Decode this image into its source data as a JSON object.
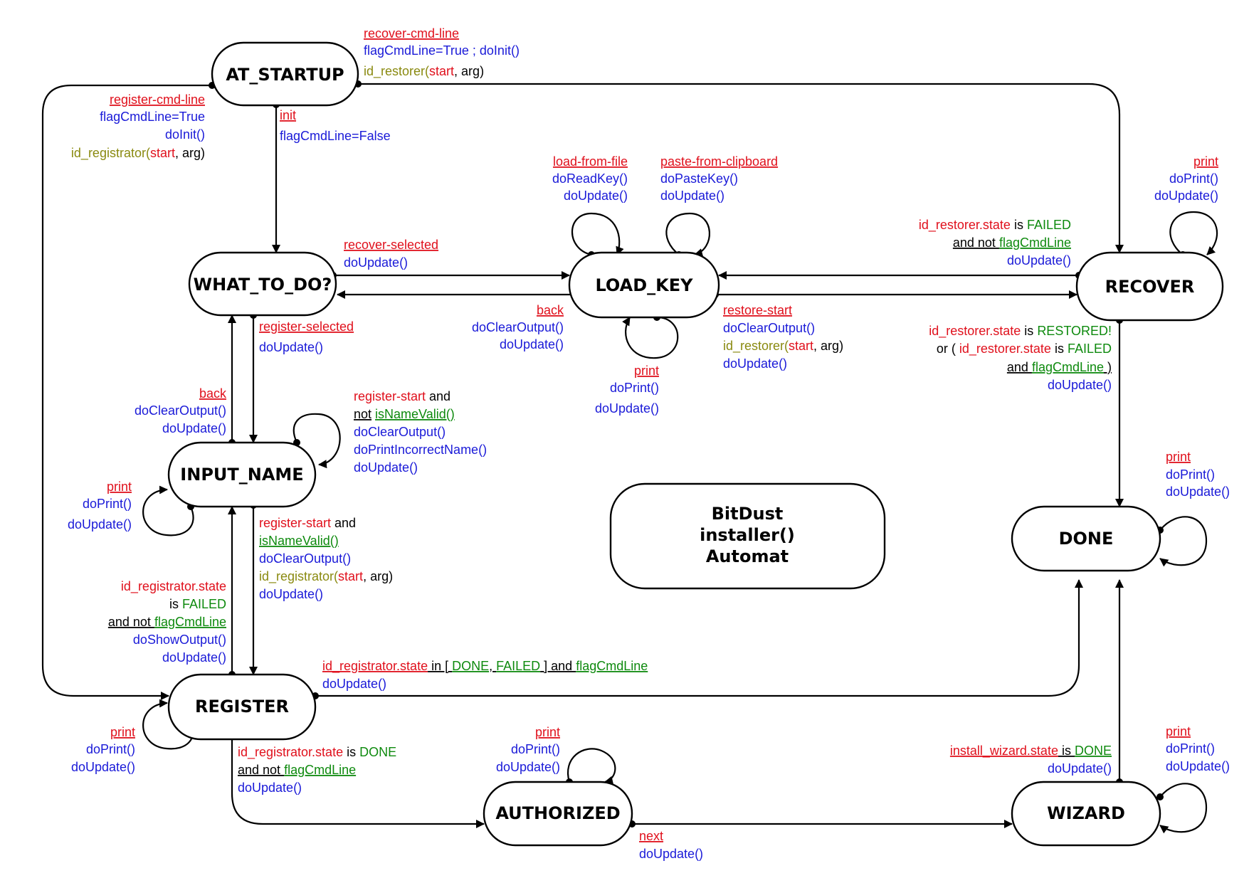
{
  "colors": {
    "event": "#e0101c",
    "action": "#1a1ad8",
    "condition": "#0e8a0e",
    "variable": "#e0101c",
    "function": "#8a8a10",
    "keyword": "#000000"
  },
  "title": {
    "line1": "BitDust",
    "line2": "installer()",
    "line3": "Automat"
  },
  "states": {
    "at_startup": "AT_STARTUP",
    "what_to_do": "WHAT_TO_DO?",
    "load_key": "LOAD_KEY",
    "recover": "RECOVER",
    "input_name": "INPUT_NAME",
    "done": "DONE",
    "register": "REGISTER",
    "authorized": "AUTHORIZED",
    "wizard": "WIZARD"
  },
  "labels": {
    "recover_cmd_line": {
      "event": "recover-cmd-line",
      "a1": "flagCmdLine=True ; doInit()",
      "f_name": "id_restorer(",
      "f_start": "start",
      "f_rest": ", arg)"
    },
    "register_cmd_line": {
      "event": "register-cmd-line",
      "a1": "flagCmdLine=True",
      "a2": "doInit()",
      "f_name": "id_registrator(",
      "f_start": "start",
      "f_rest": ", arg)"
    },
    "init": {
      "event": "init",
      "a1": "flagCmdLine=False"
    },
    "load_from_file": {
      "event": "load-from-file",
      "a1": "doReadKey()",
      "a2": "doUpdate()"
    },
    "paste_from_clipboard": {
      "event": "paste-from-clipboard",
      "a1": "doPasteKey()",
      "a2": "doUpdate()"
    },
    "recover_print": {
      "event": "print",
      "a1": "doPrint()",
      "a2": "doUpdate()"
    },
    "restorer_failed": {
      "var": "id_restorer.state",
      "is": " is ",
      "failed": "FAILED",
      "and_not": "and not ",
      "flag": "flagCmdLine",
      "a1": "doUpdate()"
    },
    "recover_selected": {
      "event": "recover-selected",
      "a1": "doUpdate()"
    },
    "back_load_key": {
      "event": "back",
      "a1": "doClearOutput()",
      "a2": "doUpdate()"
    },
    "restore_start": {
      "event": "restore-start",
      "a1": "doClearOutput()",
      "f_name": "id_restorer(",
      "f_start": "start",
      "f_rest": ", arg)",
      "a2": "doUpdate()"
    },
    "register_selected": {
      "event": "register-selected",
      "a1": "doUpdate()"
    },
    "load_key_print": {
      "event": "print",
      "a1": "doPrint()",
      "a2": "doUpdate()"
    },
    "restorer_restored": {
      "var": "id_restorer.state",
      "is": " is ",
      "restored": "RESTORED!",
      "or_open": "or ( ",
      "var2": "id_restorer.state",
      "is2": " is ",
      "failed": "FAILED",
      "and": "and ",
      "flag": "flagCmdLine",
      "close": " )",
      "a1": "doUpdate()"
    },
    "back_input_name": {
      "event": "back",
      "a1": "doClearOutput()",
      "a2": "doUpdate()"
    },
    "register_start_invalid": {
      "event": "register-start",
      "and": " and",
      "not": "not",
      "cond": "isNameValid()",
      "a1": "doClearOutput()",
      "a2": "doPrintIncorrectName()",
      "a3": "doUpdate()"
    },
    "input_name_print": {
      "event": "print",
      "a1": "doPrint()",
      "a2": "doUpdate()"
    },
    "done_print": {
      "event": "print",
      "a1": "doPrint()",
      "a2": "doUpdate()"
    },
    "register_start_valid": {
      "event": "register-start",
      "and": " and",
      "cond": "isNameValid()",
      "a1": "doClearOutput()",
      "f_name": "id_registrator(",
      "f_start": "start",
      "f_rest": ", arg)",
      "a2": "doUpdate()"
    },
    "registrator_failed": {
      "var": "id_registrator.state",
      "is": "is ",
      "failed": "FAILED",
      "and_not": "and not ",
      "flag": "flagCmdLine",
      "a1": "doShowOutput()",
      "a2": "doUpdate()"
    },
    "registrator_in": {
      "var": "id_registrator.state",
      "in": " in [ ",
      "done": "DONE",
      "comma": ", ",
      "failed": "FAILED",
      "close": " ] and ",
      "flag": "flagCmdLine",
      "a1": "doUpdate()"
    },
    "register_print": {
      "event": "print",
      "a1": "doPrint()",
      "a2": "doUpdate()"
    },
    "registrator_done": {
      "var": "id_registrator.state",
      "is": " is ",
      "done": "DONE",
      "and_not": "and not ",
      "flag": "flagCmdLine",
      "a1": "doUpdate()"
    },
    "authorized_print": {
      "event": "print",
      "a1": "doPrint()",
      "a2": "doUpdate()"
    },
    "wizard_done": {
      "var": "install_wizard.state",
      "is": " is ",
      "done": "DONE",
      "a1": "doUpdate()"
    },
    "wizard_print": {
      "event": "print",
      "a1": "doPrint()",
      "a2": "doUpdate()"
    },
    "next": {
      "event": "next",
      "a1": "doUpdate()"
    }
  }
}
